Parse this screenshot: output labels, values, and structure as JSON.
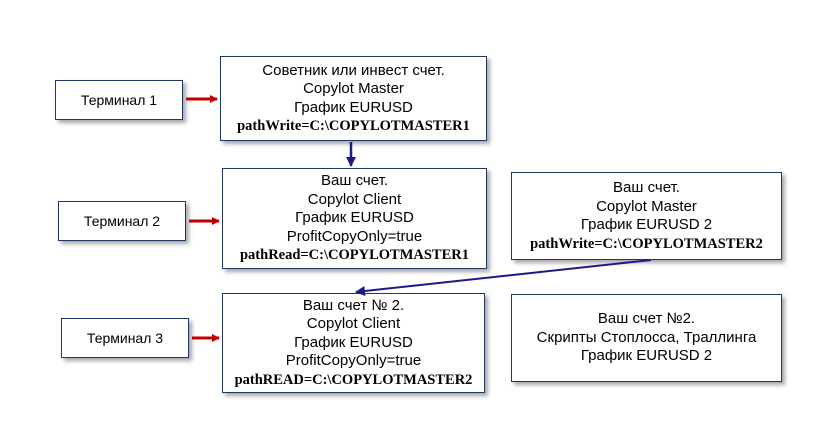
{
  "colors": {
    "box_border": "#1f3864",
    "terminal_arrow": "#c00000",
    "flow_arrow": "#1a1a8c"
  },
  "terminals": [
    {
      "label": "Терминал 1"
    },
    {
      "label": "Терминал 2"
    },
    {
      "label": "Терминал 3"
    }
  ],
  "blocks": {
    "master1": {
      "lines": [
        "Советник или инвест счет.",
        "Copylot Master",
        "График EURUSD"
      ],
      "path": "pathWrite=C:\\COPYLOTMASTER1"
    },
    "client1": {
      "lines": [
        "Ваш счет.",
        "Copylot Client",
        "График EURUSD",
        "ProfitCopyOnly=true"
      ],
      "path": "pathRead=C:\\COPYLOTMASTER1"
    },
    "master2": {
      "lines": [
        "Ваш счет.",
        "Copylot Master",
        "График EURUSD 2"
      ],
      "path": "pathWrite=C:\\COPYLOTMASTER2"
    },
    "client2": {
      "lines": [
        "Ваш счет № 2.",
        "Copylot Client",
        "График EURUSD",
        "ProfitCopyOnly=true"
      ],
      "path": "pathREAD=C:\\COPYLOTMASTER2"
    },
    "scripts": {
      "lines": [
        "Ваш счет №2.",
        "Скрипты Стоплосса, Траллинга",
        "График EURUSD 2"
      ]
    }
  }
}
